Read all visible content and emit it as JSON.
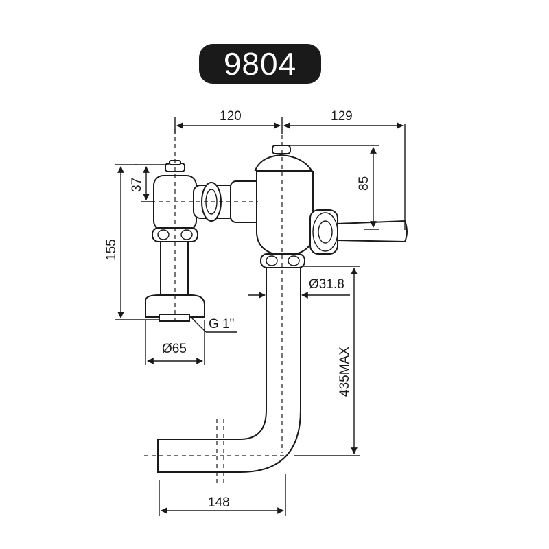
{
  "title": "9804",
  "dimensions": {
    "d120": "120",
    "d129": "129",
    "d85": "85",
    "d37": "37",
    "d155": "155",
    "d31_8": "Ø31.8",
    "g1": "G 1\"",
    "d65": "Ø65",
    "d435": "435MAX",
    "d148": "148"
  },
  "colors": {
    "line": "#1a1a1a",
    "background": "#ffffff"
  }
}
